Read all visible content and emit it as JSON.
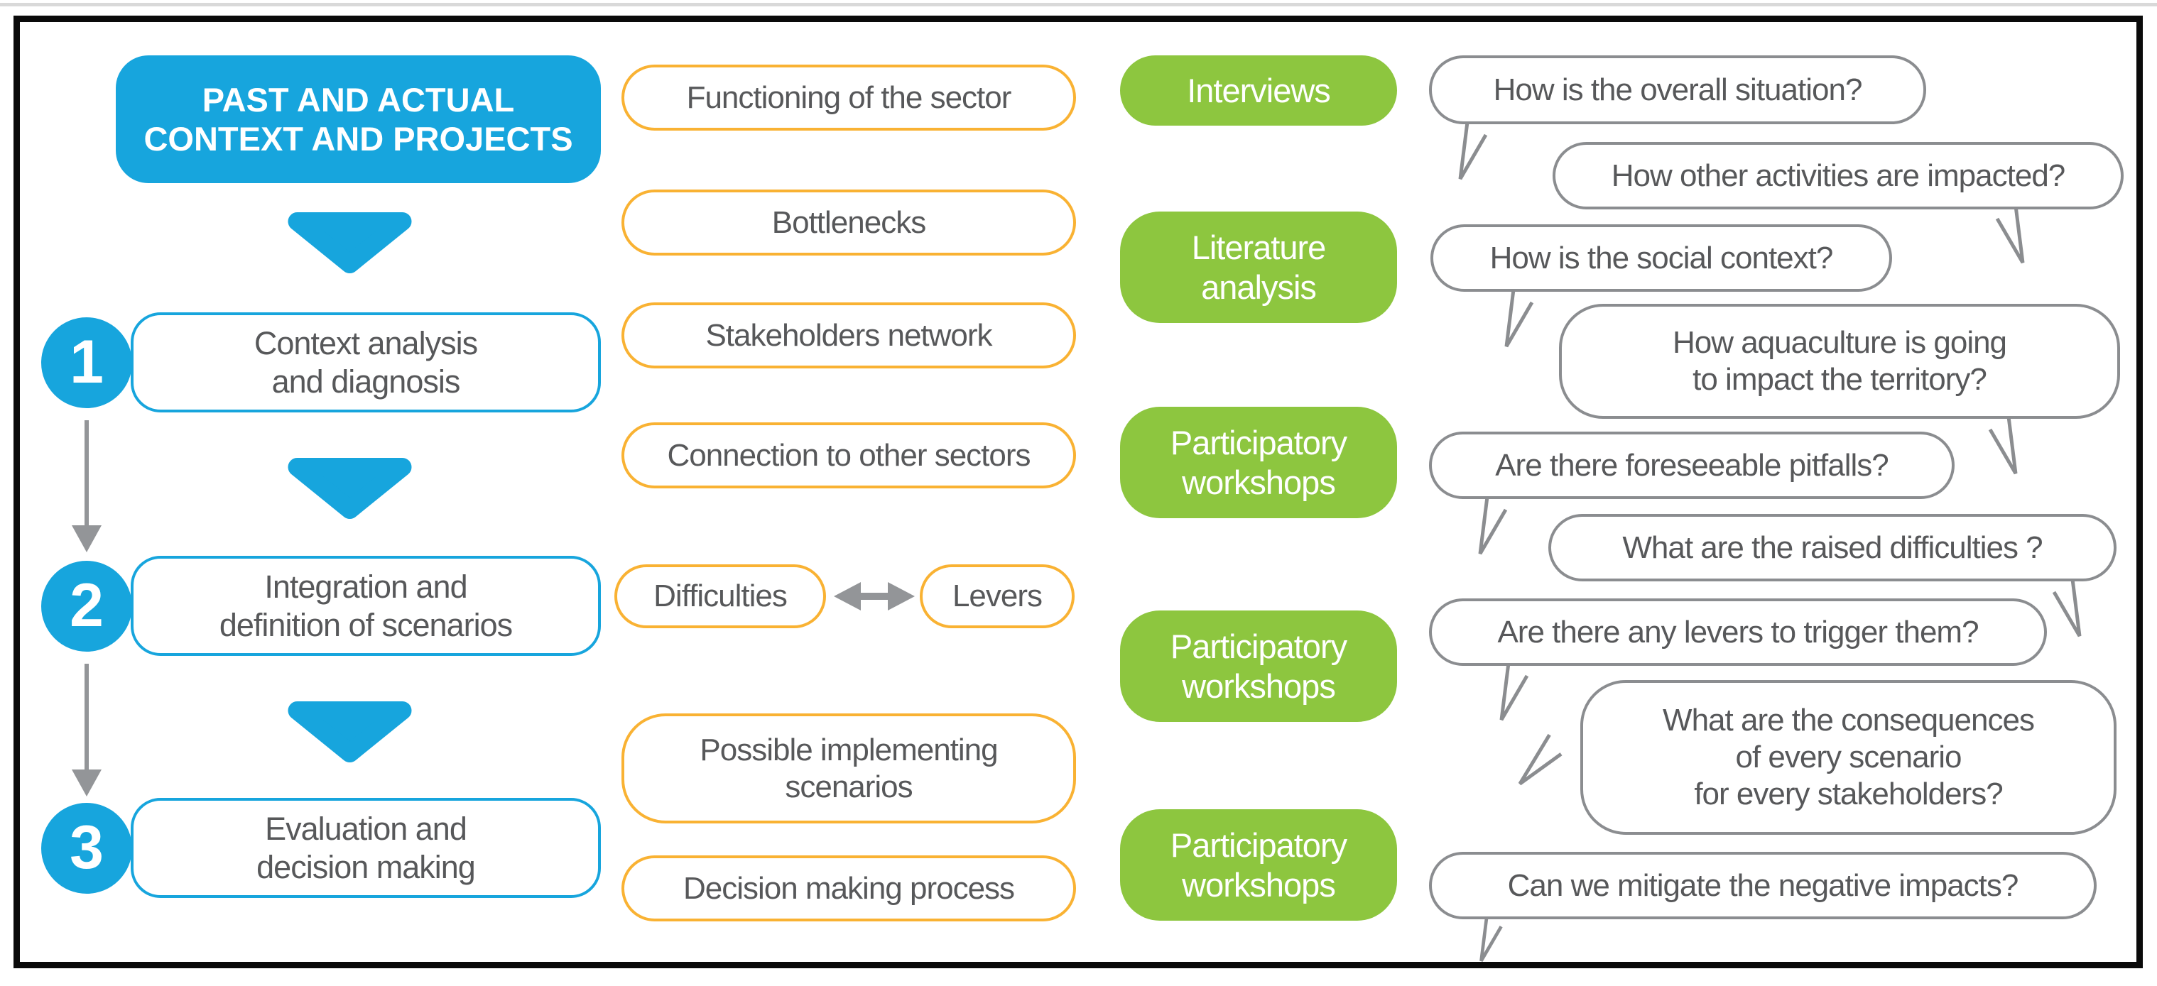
{
  "palette": {
    "blue": "#17a5dd",
    "green": "#8dc63f",
    "yellow": "#f9b233",
    "gray": "#939598",
    "text": "#57585a",
    "bubbleborder": "#8b8d90"
  },
  "flow": {
    "header": "PAST AND ACTUAL\nCONTEXT AND PROJECTS",
    "steps": [
      {
        "number": "1",
        "label": "Context analysis\nand diagnosis"
      },
      {
        "number": "2",
        "label": "Integration and\ndefinition of scenarios"
      },
      {
        "number": "3",
        "label": "Evaluation and\ndecision making"
      }
    ]
  },
  "topics": {
    "items": [
      "Functioning of the sector",
      "Bottlenecks",
      "Stakeholders network",
      "Connection to other sectors"
    ],
    "pair": {
      "left": "Difficulties",
      "right": "Levers"
    },
    "scenarios": "Possible implementing\nscenarios",
    "decision": "Decision making process"
  },
  "methods": [
    {
      "label": "Interviews"
    },
    {
      "label": "Literature\nanalysis"
    },
    {
      "label": "Participatory\nworkshops"
    },
    {
      "label": "Participatory\nworkshops"
    },
    {
      "label": "Participatory\nworkshops"
    }
  ],
  "questions": [
    {
      "text": "How is the overall situation?"
    },
    {
      "text": "How other activities are impacted?"
    },
    {
      "text": "How is the social context?"
    },
    {
      "text": "How aquaculture is going\nto impact the territory?"
    },
    {
      "text": "Are there foreseeable pitfalls?"
    },
    {
      "text": "What are the raised difficulties ?"
    },
    {
      "text": "Are there any levers to trigger them?"
    },
    {
      "text": "What are the consequences\nof every scenario\nfor every stakeholders?"
    },
    {
      "text": "Can we mitigate the negative impacts?"
    }
  ]
}
